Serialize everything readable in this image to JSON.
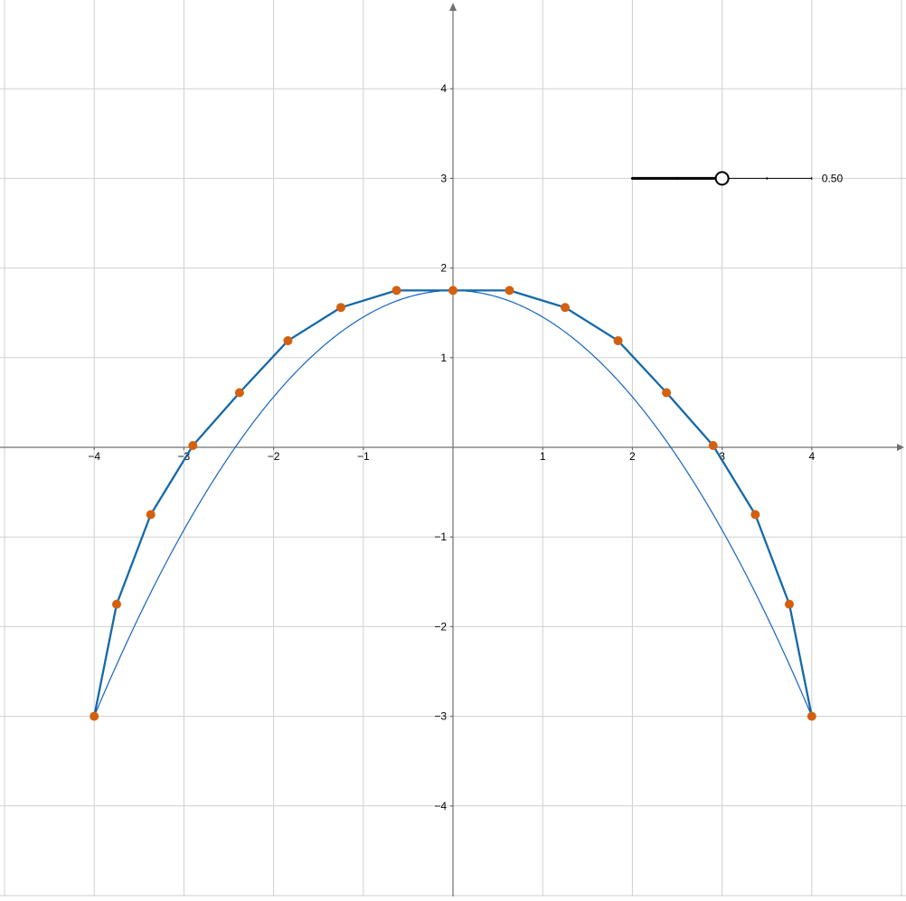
{
  "view": {
    "x_range": [
      -5.05,
      5.05
    ],
    "y_range": [
      -4.98,
      5.0
    ]
  },
  "axes": {
    "x_ticks": [
      {
        "value": -4,
        "label": "−4"
      },
      {
        "value": -3,
        "label": "−3"
      },
      {
        "value": -2,
        "label": "−2"
      },
      {
        "value": -1,
        "label": "−1"
      },
      {
        "value": 1,
        "label": "1"
      },
      {
        "value": 2,
        "label": "2"
      },
      {
        "value": 3,
        "label": "3"
      },
      {
        "value": 4,
        "label": "4"
      }
    ],
    "y_ticks": [
      {
        "value": -4,
        "label": "−4"
      },
      {
        "value": -3,
        "label": "−3"
      },
      {
        "value": -2,
        "label": "−2"
      },
      {
        "value": -1,
        "label": "−1"
      },
      {
        "value": 1,
        "label": "1"
      },
      {
        "value": 2,
        "label": "2"
      },
      {
        "value": 3,
        "label": "3"
      },
      {
        "value": 4,
        "label": "4"
      }
    ]
  },
  "colors": {
    "curve": "#1565c0",
    "polyline": "#1569a8",
    "points": "#d4600f",
    "grid": "#d0d0d0",
    "axis": "#707070"
  },
  "slider": {
    "value": 0.5,
    "value_label": "0.50",
    "min": 0,
    "max": 1,
    "track_start": [
      2,
      3
    ],
    "track_end": [
      4,
      3
    ]
  },
  "curve": {
    "x_min": -4,
    "x_max": 4,
    "y_max": 1.75,
    "y_at_ends": -3
  },
  "points": [
    [
      -4.0,
      -3.0
    ],
    [
      -3.75,
      -1.75
    ],
    [
      -3.37,
      -0.75
    ],
    [
      -2.9,
      0.02
    ],
    [
      -2.38,
      0.61
    ],
    [
      -1.84,
      1.19
    ],
    [
      -1.25,
      1.56
    ],
    [
      -0.63,
      1.75
    ],
    [
      0.0,
      1.75
    ],
    [
      0.63,
      1.75
    ],
    [
      1.25,
      1.56
    ],
    [
      1.84,
      1.19
    ],
    [
      2.38,
      0.61
    ],
    [
      2.9,
      0.02
    ],
    [
      3.37,
      -0.75
    ],
    [
      3.75,
      -1.75
    ],
    [
      4.0,
      -3.0
    ]
  ]
}
